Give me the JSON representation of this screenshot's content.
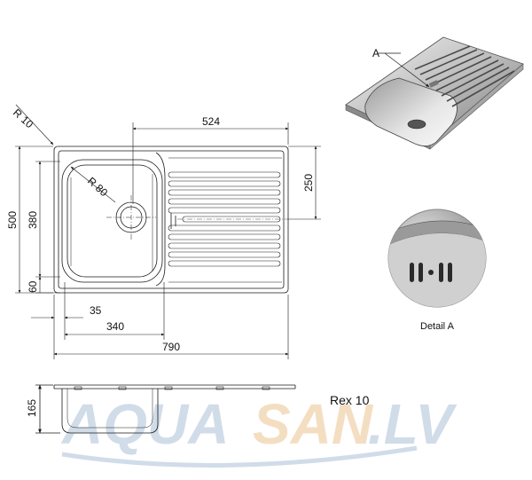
{
  "dimensions": {
    "corner_radius": "R 10",
    "bowl_radius": "R 80",
    "drainer_length": "524",
    "drainer_offset": "250",
    "overall_depth": "500",
    "bowl_depth": "380",
    "rim_front": "60",
    "bowl_offset": "35",
    "bowl_width": "340",
    "overall_width": "790",
    "bowl_height": "165"
  },
  "labels": {
    "detail_marker": "A",
    "detail_caption": "Detail A",
    "model_name": "Rex 10"
  },
  "watermark": {
    "part1": "AQUA",
    "part2": "SAN",
    "part3": ".LV",
    "color_main": "#c9d6e6",
    "color_accent": "#f3d9b8"
  },
  "colors": {
    "line": "#1a1a1a",
    "steel_light": "#dcdcdc",
    "steel_dark": "#6b6b6b",
    "detail_bg": "#c8c8c8"
  }
}
